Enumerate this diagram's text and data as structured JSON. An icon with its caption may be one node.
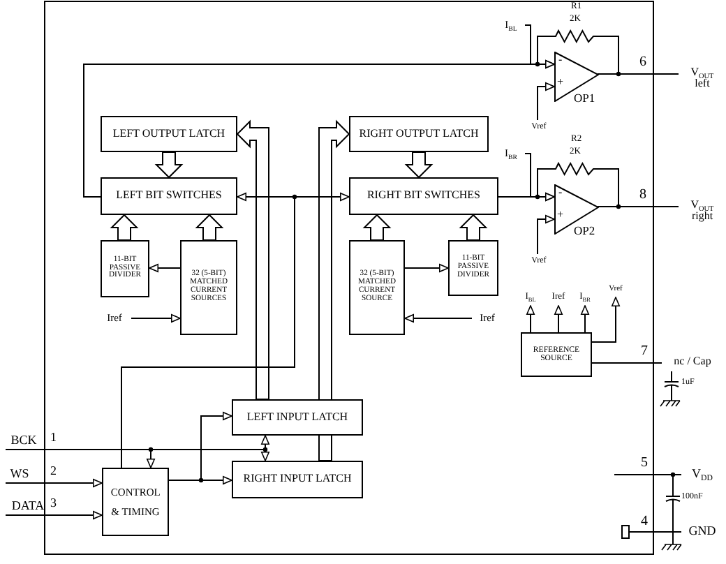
{
  "diagram": {
    "nodes": [
      {
        "text": [
          "LEFT OUTPUT LATCH"
        ]
      },
      {
        "text": [
          "LEFT BIT SWITCHES"
        ]
      },
      {
        "text": [
          "11-BIT PASSIVE DIVIDER"
        ]
      },
      {
        "text": [
          "32 (5-BIT) MATCHED CURRENT SOURCES"
        ]
      },
      {
        "text": [
          "RIGHT OUTPUT LATCH"
        ]
      },
      {
        "text": [
          "RIGHT BIT SWITCHES"
        ]
      },
      {
        "text": [
          "32 (5-BIT) MATCHED CURRENT SOURCE"
        ]
      },
      {
        "text": [
          "11-BIT PASSIVE DIVIDER"
        ]
      },
      {
        "text": [],
        "shape": "triangle",
        "beside": [
          "OP1"
        ]
      },
      {
        "text": [],
        "shape": "triangle",
        "beside": [
          "OP2"
        ]
      },
      {
        "text": [
          "REFERENCE SOURCE"
        ]
      },
      {
        "text": [
          "LEFT INPUT LATCH"
        ]
      },
      {
        "text": [
          "RIGHT INPUT LATCH"
        ]
      },
      {
        "text": [
          "CONTROL & TIMING"
        ]
      },
      {
        "text": [
          "BCK"
        ]
      },
      {
        "text": [
          "WS"
        ]
      },
      {
        "text": [
          "DATA"
        ]
      },
      {
        "text": [
          "V$_{OUT}$ left"
        ]
      },
      {
        "text": [
          "V$_{OUT}$ right"
        ]
      },
      {
        "text": [
          "nc / Cap"
        ]
      },
      {
        "text": [
          "V$_{DD}$"
        ]
      },
      {
        "text": [
          "GND"
        ]
      },
      {
        "text": [
          "Iref"
        ]
      },
      {
        "text": [
          "Iref"
        ]
      },
      {
        "text": [
          "I$_{BL}$"
        ]
      },
      {
        "text": [
          "Vref"
        ]
      },
      {
        "text": [
          "I$_{BR}$"
        ]
      },
      {
        "text": [
          "Vref"
        ]
      },
      {
        "text": [
          "I$_{BL}$"
        ]
      },
      {
        "text": [
          "Iref"
        ]
      },
      {
        "text": [
          "I$_{BR}$"
        ]
      },
      {
        "text": [
          "Vref"
        ]
      },
      {
        "text": [],
        "shape": "box"
      }
    ],
    "edges": [
      {
        "from": 0,
        "to": 1,
        "arrow": "to",
        "style": "thick"
      },
      {
        "from": 2,
        "to": 1,
        "arrow": "to",
        "style": "thick"
      },
      {
        "from": 3,
        "to": 1,
        "arrow": "to",
        "style": "thick"
      },
      {
        "from": 4,
        "to": 5,
        "arrow": "to",
        "style": "thick"
      },
      {
        "from": 6,
        "to": 5,
        "arrow": "to",
        "style": "thick"
      },
      {
        "from": 7,
        "to": 5,
        "arrow": "to",
        "style": "thick"
      },
      {
        "from": 3,
        "to": 2,
        "arrow": "to"
      },
      {
        "from": 6,
        "to": 7,
        "arrow": "to"
      },
      {
        "from": 22,
        "to": 3,
        "arrow": "to"
      },
      {
        "from": 23,
        "to": 6,
        "arrow": "to"
      },
      {
        "from": 11,
        "to": 0,
        "arrow": "to",
        "style": "thick"
      },
      {
        "from": 12,
        "to": 4,
        "arrow": "to",
        "style": "thick"
      },
      {
        "from": 1,
        "to": 8,
        "arrow": "to"
      },
      {
        "from": 5,
        "to": 9,
        "arrow": "to"
      },
      {
        "from": 24,
        "to": 8,
        "arrow": "to"
      },
      {
        "from": 25,
        "to": 8,
        "arrow": "to"
      },
      {
        "from": 26,
        "to": 9,
        "arrow": "to"
      },
      {
        "from": 27,
        "to": 9,
        "arrow": "to"
      },
      {
        "from": 8,
        "to": 17,
        "arrow": "none"
      },
      {
        "from": 9,
        "to": 18,
        "arrow": "none"
      },
      {
        "from": 13,
        "to": 1,
        "arrow": "to"
      },
      {
        "from": 13,
        "to": 5,
        "arrow": "to"
      },
      {
        "from": 14,
        "to": 13,
        "arrow": "to"
      },
      {
        "from": 14,
        "to": 11,
        "arrow": "to"
      },
      {
        "from": 14,
        "to": 12,
        "arrow": "to"
      },
      {
        "from": 15,
        "to": 13,
        "arrow": "to"
      },
      {
        "from": 16,
        "to": 13,
        "arrow": "to"
      },
      {
        "from": 13,
        "to": 11,
        "arrow": "to"
      },
      {
        "from": 13,
        "to": 12,
        "arrow": "to"
      },
      {
        "from": 10,
        "to": 28,
        "arrow": "to"
      },
      {
        "from": 10,
        "to": 29,
        "arrow": "to"
      },
      {
        "from": 10,
        "to": 30,
        "arrow": "to"
      },
      {
        "from": 10,
        "to": 31,
        "arrow": "to"
      },
      {
        "from": 10,
        "to": 19,
        "arrow": "none"
      },
      {
        "from": null,
        "to": 20,
        "arrow": "none"
      },
      {
        "from": 32,
        "to": 21,
        "arrow": "none"
      }
    ],
    "labels": [
      "R1",
      "2K",
      "6",
      "-",
      "+",
      "R2",
      "2K",
      "8",
      "-",
      "+",
      "7",
      "1uF",
      "5",
      "100nF",
      "4",
      "1",
      "2",
      "3"
    ]
  }
}
